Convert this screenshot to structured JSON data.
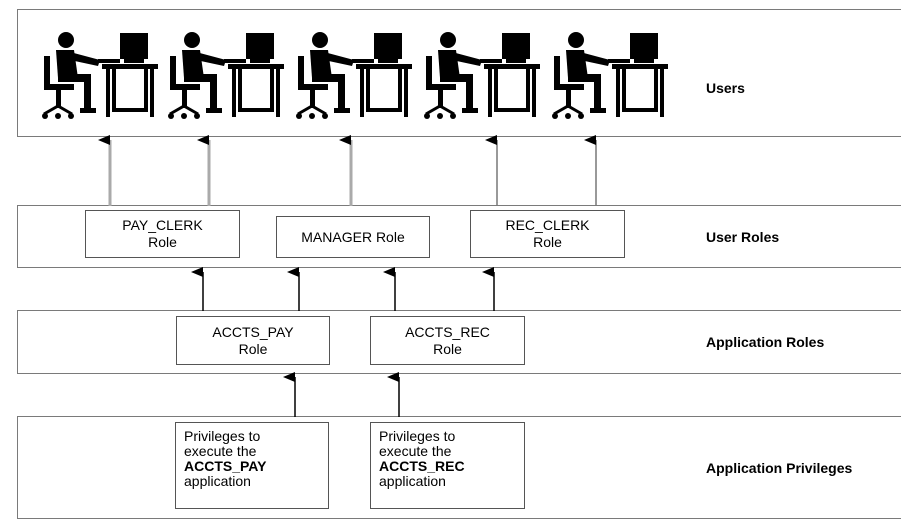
{
  "layers": {
    "users": "Users",
    "user_roles": "User Roles",
    "application_roles": "Application Roles",
    "application_privileges": "Application Privileges"
  },
  "user_roles": {
    "pay_clerk": [
      "PAY_CLERK",
      "Role"
    ],
    "manager": "MANAGER Role",
    "rec_clerk": [
      "REC_CLERK",
      "Role"
    ]
  },
  "application_roles": {
    "accts_pay": [
      "ACCTS_PAY",
      "Role"
    ],
    "accts_rec": [
      "ACCTS_REC",
      "Role"
    ]
  },
  "privileges": {
    "pay": {
      "line1": "Privileges to",
      "line2": "execute the",
      "app": "ACCTS_PAY",
      "line4": "application"
    },
    "rec": {
      "line1": "Privileges to",
      "line2": "execute the",
      "app": "ACCTS_REC",
      "line4": "application"
    }
  },
  "user_icon_count": 5,
  "icons": {
    "user": "user-at-workstation-icon"
  }
}
